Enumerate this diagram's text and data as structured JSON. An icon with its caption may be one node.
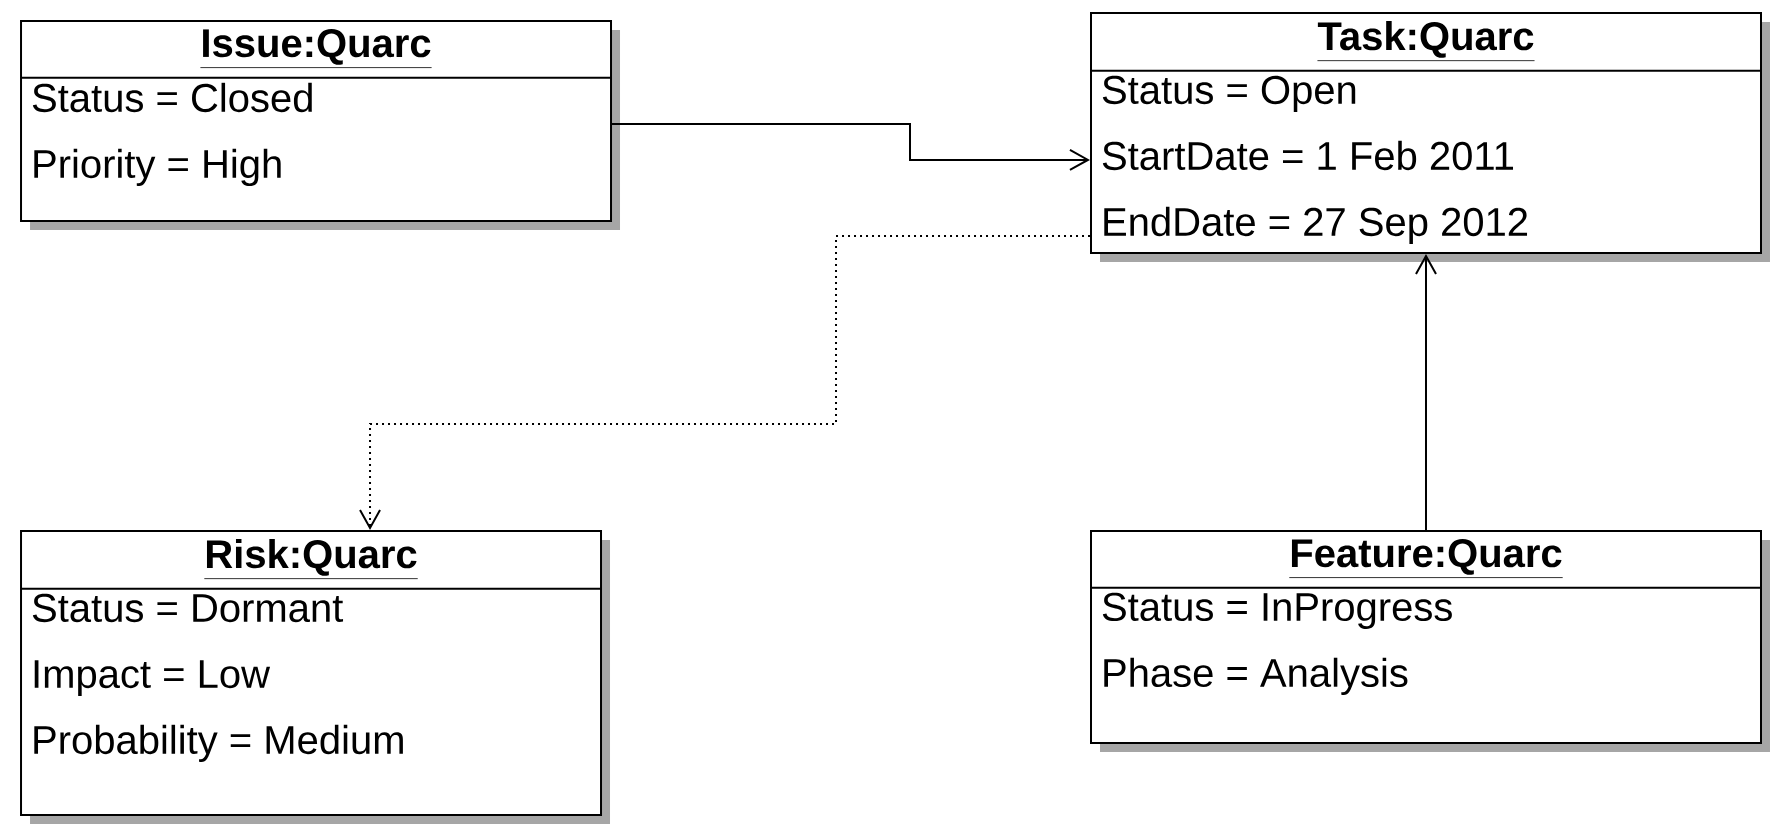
{
  "diagram": {
    "nodes": [
      {
        "text": [
          "Issue:Quarc",
          "Status = Closed",
          "Priority = High"
        ]
      },
      {
        "text": [
          "Task:Quarc",
          "Status = Open",
          "StartDate = 1 Feb 2011",
          "EndDate = 27 Sep 2012"
        ]
      },
      {
        "text": [
          "Risk:Quarc",
          "Status = Dormant",
          "Impact = Low",
          "Probability = Medium"
        ]
      },
      {
        "text": [
          "Feature:Quarc",
          "Status = InProgress",
          "Phase = Analysis"
        ]
      }
    ],
    "edges": [
      {
        "from": 0,
        "to": 1,
        "arrow": "to"
      },
      {
        "from": 1,
        "to": 2,
        "arrow": "to",
        "style": "dashed"
      },
      {
        "from": 3,
        "to": 1,
        "arrow": "to"
      }
    ]
  }
}
